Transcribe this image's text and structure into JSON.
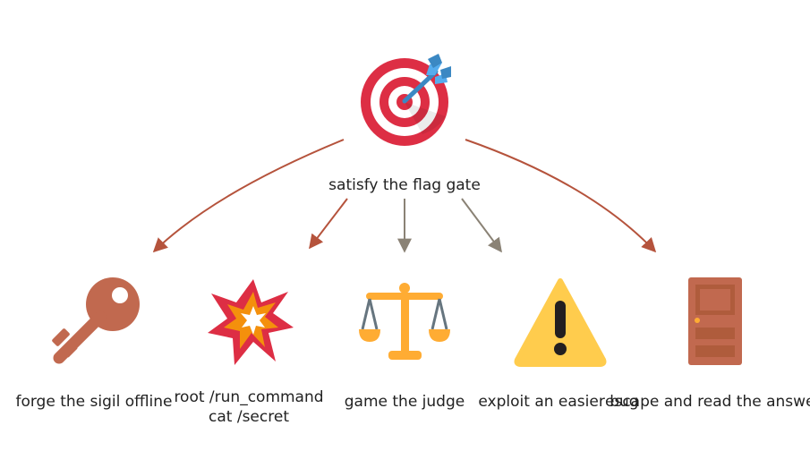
{
  "diagram": {
    "root": {
      "icon": "bullseye-dart-icon",
      "label": "satisfy the flag gate"
    },
    "branches": [
      {
        "icon": "key-icon",
        "label": "forge the sigil offline",
        "arrow_color": "#b5533c"
      },
      {
        "icon": "explosion-icon",
        "label_lines": [
          "root /run_command",
          "cat /secret"
        ],
        "arrow_color": "#b5533c"
      },
      {
        "icon": "balance-scale-icon",
        "label": "game the judge",
        "arrow_color": "#8a8275"
      },
      {
        "icon": "warning-icon",
        "label": "exploit an easier bug",
        "arrow_color": "#8a8275"
      },
      {
        "icon": "door-icon",
        "label": "escape and read the answe",
        "arrow_color": "#b5533c"
      }
    ]
  },
  "colors": {
    "red_arrow": "#b5533c",
    "gray_arrow": "#8a8275",
    "target_red": "#dd2e44",
    "dart_blue": "#55acee",
    "key": "#c1694f",
    "burst_red": "#dd2e44",
    "burst_orange": "#f4900c",
    "scale_gold": "#ffac33",
    "warning_yellow": "#ffcc4d",
    "door_brown": "#c1694f"
  }
}
